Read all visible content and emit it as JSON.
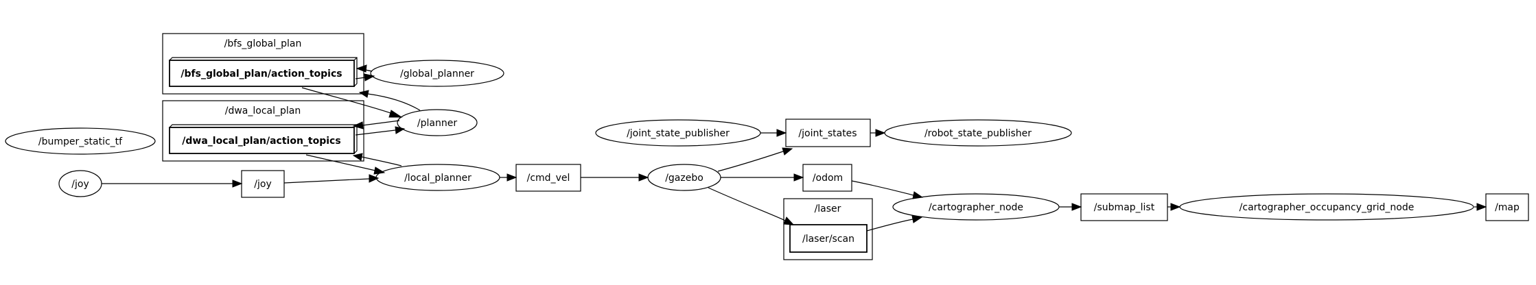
{
  "graph": {
    "nodes": {
      "bumper_static_tf": "/bumper_static_tf",
      "joy_node": "/joy",
      "joy_topic": "/joy",
      "global_planner": "/global_planner",
      "planner": "/planner",
      "local_planner": "/local_planner",
      "cmd_vel": "/cmd_vel",
      "gazebo": "/gazebo",
      "joint_state_publisher": "/joint_state_publisher",
      "joint_states": "/joint_states",
      "robot_state_publisher": "/robot_state_publisher",
      "odom": "/odom",
      "laser_scan": "/laser/scan",
      "cartographer_node": "/cartographer_node",
      "submap_list": "/submap_list",
      "cartographer_occupancy_grid_node": "/cartographer_occupancy_grid_node",
      "map": "/map",
      "bfs_action_topics": "/bfs_global_plan/action_topics",
      "dwa_action_topics": "/dwa_local_plan/action_topics"
    },
    "clusters": {
      "bfs_global_plan": "/bfs_global_plan",
      "dwa_local_plan": "/dwa_local_plan",
      "laser": "/laser"
    }
  }
}
